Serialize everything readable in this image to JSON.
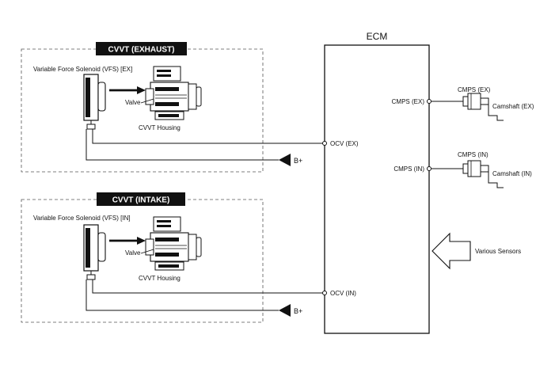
{
  "ecm": {
    "title": "ECM",
    "pins": {
      "ocv_ex": "OCV (EX)",
      "ocv_in": "OCV (IN)",
      "cmps_ex": "CMPS (EX)",
      "cmps_in": "CMPS (IN)"
    }
  },
  "exhaust": {
    "header": "CVVT (EXHAUST)",
    "solenoid_label": "Variable Force Solenoid (VFS) [EX]",
    "valve_label": "Valve",
    "housing_label": "CVVT Housing",
    "supply_label": "B+"
  },
  "intake": {
    "header": "CVVT (INTAKE)",
    "solenoid_label": "Variable Force Solenoid (VFS) [IN]",
    "valve_label": "Valve",
    "housing_label": "CVVT Housing",
    "supply_label": "B+"
  },
  "sensors": {
    "cmps_ex_label": "CMPS (EX)",
    "camshaft_ex_label": "Camshaft (EX)",
    "cmps_in_label": "CMPS (IN)",
    "camshaft_in_label": "Camshaft (IN)",
    "various_label": "Various Sensors"
  }
}
